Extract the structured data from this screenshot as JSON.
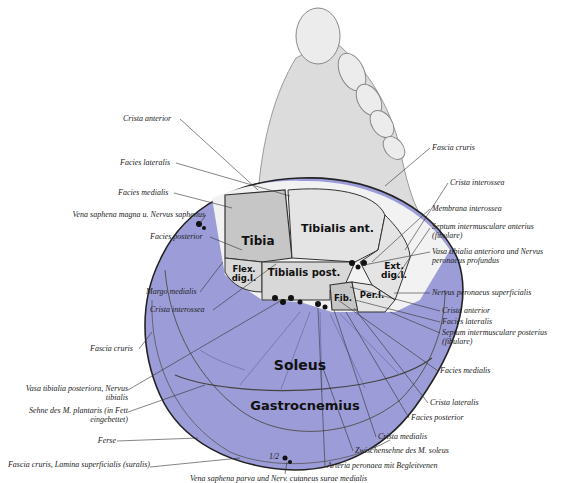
{
  "diagram": {
    "nodes": [
      {
        "text": [
          "Tibia"
        ]
      },
      {
        "text": [
          "Tibialis ant."
        ]
      },
      {
        "text": [
          "Ext. dig.l."
        ]
      },
      {
        "text": [
          "Flex. dig.l."
        ]
      },
      {
        "text": [
          "Tibialis post."
        ]
      },
      {
        "text": [
          "Fib."
        ]
      },
      {
        "text": [
          "Per.l."
        ]
      },
      {
        "text": [
          "Soleus"
        ]
      },
      {
        "text": [
          "Gastrocnemius"
        ]
      }
    ],
    "labels": [
      "Crista anterior",
      "Facies lateralis",
      "Facies medialis",
      "Vena saphena magna u. Nervus saphenus",
      "Facies posterior",
      "Margo medialis",
      "Crista interossea",
      "Fascia cruris",
      "Vasa tibialia posteriora, Nervus tibialis",
      "Sehne des M. plantaris (in Fett eingebettet)",
      "Ferse",
      "Fascia cruris, Lamina superficialis (suralis)",
      "1/2",
      "Vena saphena parva und Nerv. cutaneus surae medialis",
      "Fascia cruris",
      "Crista interossea",
      "Membrana interossea",
      "Septum intermusculare anterius (fibulare)",
      "Vasa tibialia anteriora und Nervus peronaeus profundus",
      "Nervus peronaeus superficialis",
      "Crista anterior",
      "Facies lateralis",
      "Septum intermusculare posterius (fibulare)",
      "Facies medialis",
      "Crista lateralis",
      "Facies posterior",
      "Crista medialis",
      "Zwischensehne des M. soleus",
      "Arteria peronaea mit Begleitvenen"
    ]
  }
}
